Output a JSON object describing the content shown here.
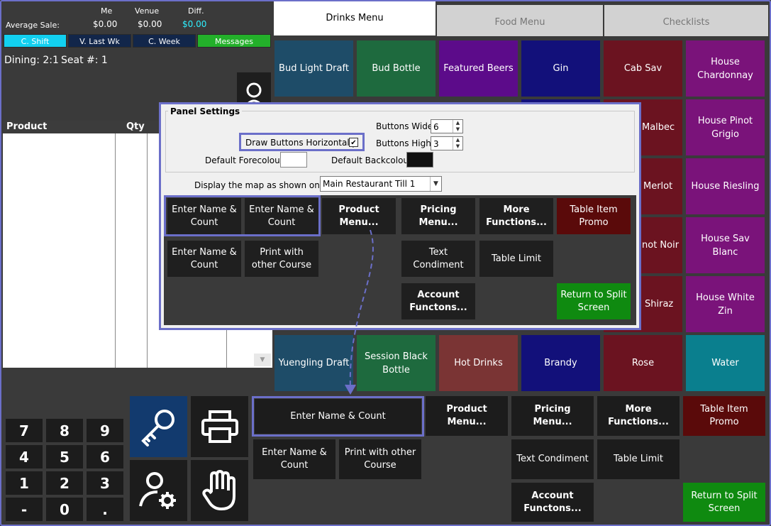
{
  "stats": {
    "avg_label": "Average Sale:",
    "me_label": "Me",
    "venue_label": "Venue",
    "diff_label": "Diff.",
    "me_value": "$0.00",
    "venue_value": "$0.00",
    "diff_value": "$0.00"
  },
  "period_buttons": {
    "c_shift": "C. Shift",
    "v_last_wk": "V. Last Wk",
    "c_week": "C. Week",
    "messages": "Messages"
  },
  "dining": {
    "text": "Dining: 2:1",
    "seat": "Seat #: 1"
  },
  "order_grid": {
    "col_product": "Product",
    "col_qty": "Qty"
  },
  "menu_tabs": {
    "drinks": "Drinks Menu",
    "food": "Food Menu",
    "checklists": "Checklists"
  },
  "menu_buttons": {
    "r1": [
      "Bud Light Draft",
      "Bud Bottle",
      "Featured Beers",
      "Gin",
      "Cab Sav",
      "House Chardonnay"
    ],
    "r2": [
      "Malbec",
      "House Pinot Grigio"
    ],
    "r3": [
      "Merlot",
      "House Riesling"
    ],
    "r4": [
      "not Noir",
      "House Sav Blanc"
    ],
    "r5": [
      "Shiraz",
      "House White Zin"
    ],
    "r6": [
      "Yuengling Draft",
      "Session Black Bottle",
      "Hot Drinks",
      "Brandy",
      "Rose",
      "Water"
    ]
  },
  "colors": {
    "dark_teal": "#1e4c68",
    "green": "#1e6a3e",
    "purple": "#5c0b8a",
    "navy": "#12107a",
    "maroon": "#6b1320",
    "magenta": "#7a137a",
    "brick": "#7a3434",
    "cyan": "#0a7f8e",
    "accent": "#6b6fc9"
  },
  "dialog": {
    "group_title": "Panel Settings",
    "draw_horizontal_label": "Draw Buttons Horizontally:",
    "draw_horizontal_checked": "✔",
    "buttons_wide_label": "Buttons Wide:",
    "buttons_wide_value": "6",
    "buttons_high_label": "Buttons High:",
    "buttons_high_value": "3",
    "default_fore_label": "Default Forecolour",
    "default_back_label": "Default Backcolour",
    "map_label": "Display the map as shown on till:",
    "map_value": "Main Restaurant Till 1",
    "preview": {
      "enter_name_count": "Enter Name & Count",
      "product_menu": "Product Menu...",
      "pricing_menu": "Pricing Menu...",
      "more_functions": "More Functions...",
      "table_item_promo": "Table Item Promo",
      "print_other_course": "Print with other Course",
      "text_condiment": "Text Condiment",
      "table_limit": "Table Limit",
      "account_functons": "Account Functons...",
      "return_split": "Return to Split Screen"
    }
  },
  "keypad": [
    "7",
    "8",
    "9",
    "4",
    "5",
    "6",
    "1",
    "2",
    "3",
    "-",
    "0",
    "."
  ],
  "bottom_buttons": {
    "enter_name_count": "Enter Name & Count",
    "product_menu": "Product Menu...",
    "pricing_menu": "Pricing Menu...",
    "more_functions": "More Functions...",
    "table_item_promo": "Table Item Promo",
    "print_other_course": "Print with other Course",
    "text_condiment": "Text Condiment",
    "table_limit": "Table Limit",
    "account_functons": "Account Functons...",
    "return_split": "Return to Split Screen"
  }
}
